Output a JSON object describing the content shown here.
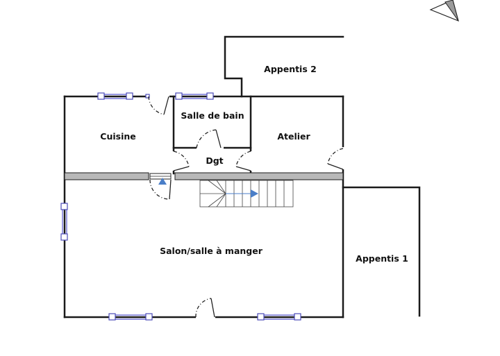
{
  "rooms": {
    "appentis2": "Appentis 2",
    "salle_de_bain": "Salle de bain",
    "cuisine": "Cuisine",
    "atelier": "Atelier",
    "dgt": "Dgt",
    "salon": "Salon/salle à manger",
    "appentis1": "Appentis 1"
  },
  "icons": {
    "compass": "north-arrow-icon",
    "stair_direction": "arrow-right-icon"
  },
  "colors": {
    "wall": "#1a1a1a",
    "window": "#4a4ab8",
    "stair_arrow": "#4a7ec8",
    "interior_wall_fill": "#b8b8b8"
  }
}
